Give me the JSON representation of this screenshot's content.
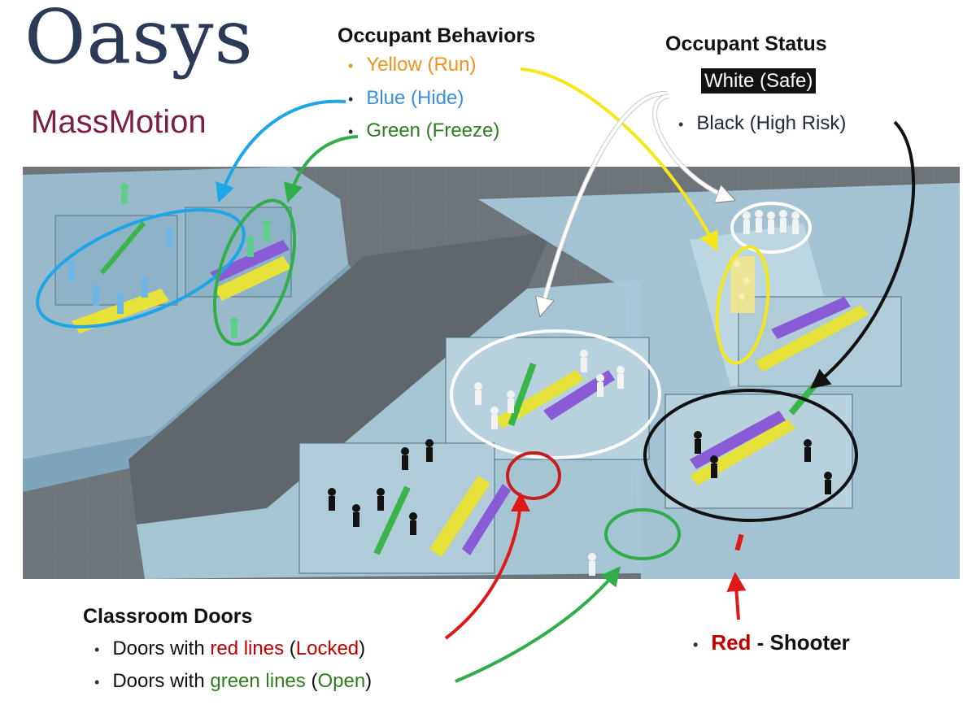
{
  "brand": {
    "oasys": "Oasys",
    "massmotion": "MassMotion"
  },
  "behaviors": {
    "title": "Occupant Behaviors",
    "items": [
      {
        "label": "Yellow (Run)",
        "color": "#f0921e"
      },
      {
        "label": "Blue (Hide)",
        "color": "#3a8de0"
      },
      {
        "label": "Green (Freeze)",
        "color": "#2e7d1f"
      }
    ]
  },
  "status": {
    "title": "Occupant Status",
    "items": [
      {
        "label": "White (Safe)"
      },
      {
        "label": "Black (High Risk)"
      }
    ]
  },
  "doors": {
    "title": "Classroom Doors",
    "line1": {
      "pre": "Doors with ",
      "colored": "red lines",
      "mid": " (",
      "state": "Locked",
      "post": ")"
    },
    "line2": {
      "pre": "Doors with ",
      "colored": "green lines",
      "mid": " (",
      "state": "Open",
      "post": ")"
    }
  },
  "shooter": {
    "red": "Red",
    "rest": " - Shooter"
  },
  "colors": {
    "yellow_arrow": "#f5e71a",
    "blue_arrow": "#1da6e8",
    "green_arrow": "#2fae4a",
    "red_arrow": "#e01818",
    "locked_red": "#c00000",
    "open_green": "#2e7d1f",
    "dark_text": "#1f2a3a"
  }
}
